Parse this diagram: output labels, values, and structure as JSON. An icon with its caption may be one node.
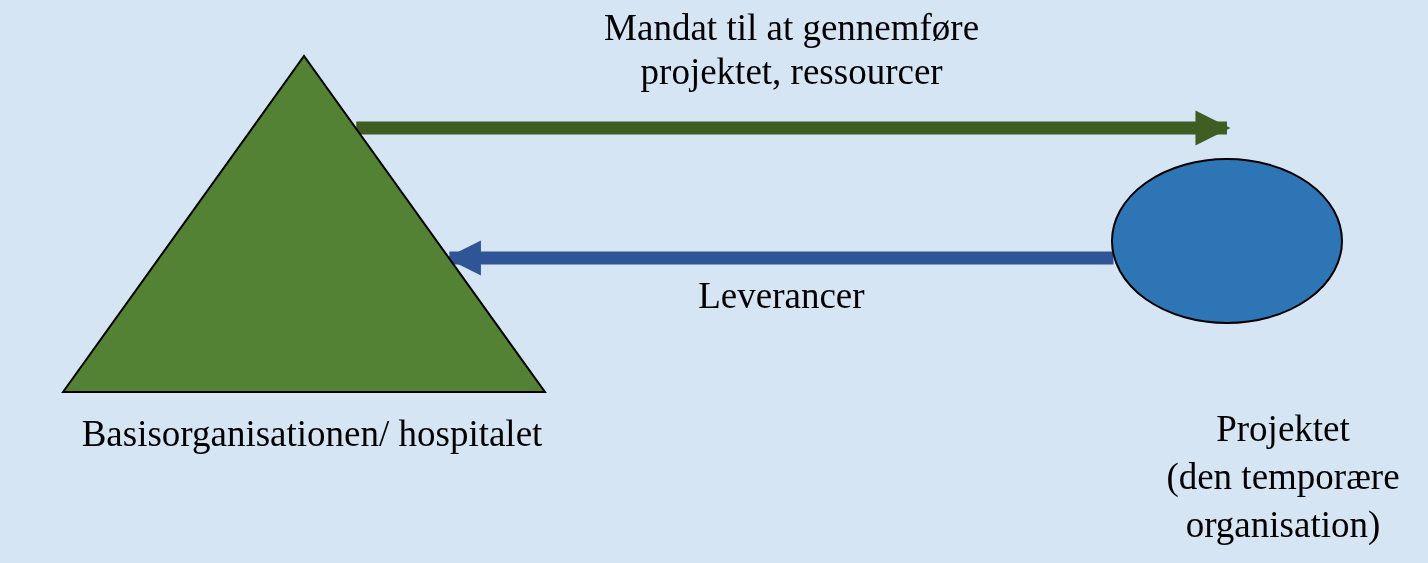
{
  "diagram": {
    "nodes": [
      {
        "text": [],
        "shape": "triangle",
        "beside": [
          "Basisorganisationen/ hospitalet"
        ]
      },
      {
        "text": [],
        "shape": "circle",
        "beside": [
          "Projektet",
          "(den temporære organisation)"
        ]
      }
    ],
    "edges": [
      {
        "from": 0,
        "to": 1,
        "arrow": "to",
        "color": "#3f5f22",
        "label": "Mandat til at gennemføre projektet, ressourcer"
      },
      {
        "from": 1,
        "to": 0,
        "arrow": "to",
        "color": "#2f5597",
        "label": "Leverancer"
      }
    ]
  }
}
